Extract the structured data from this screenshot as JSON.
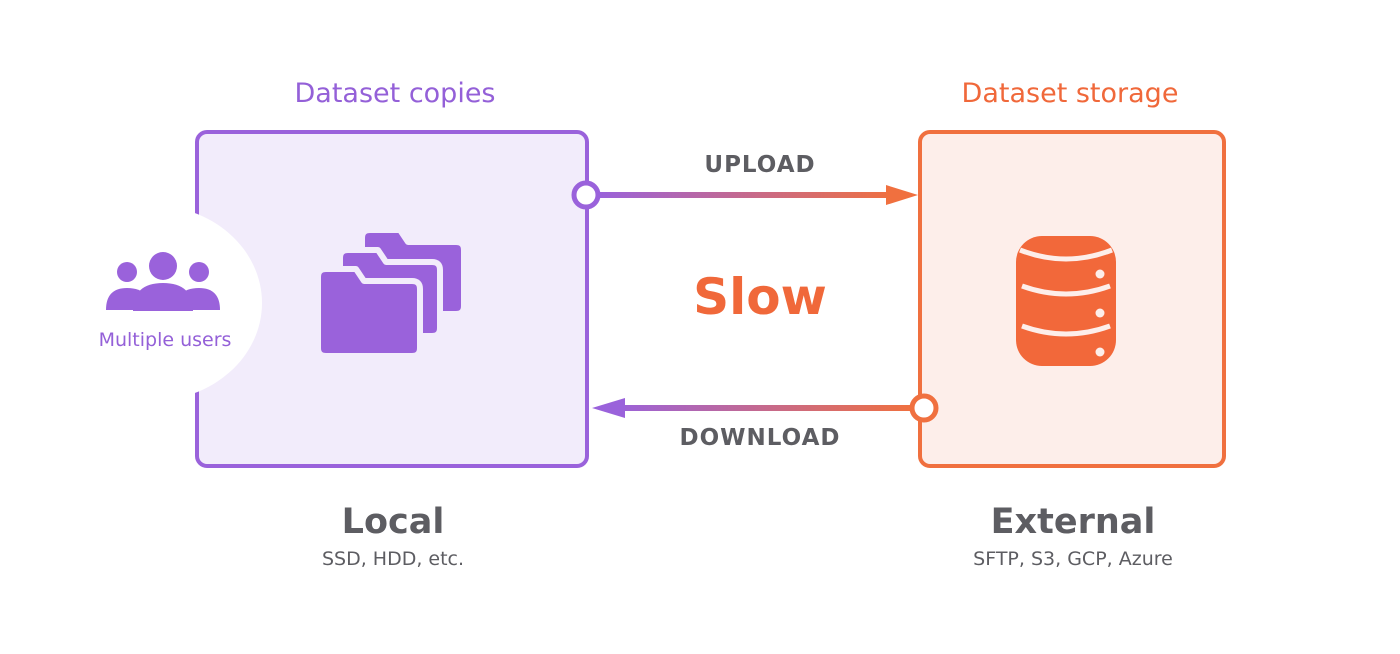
{
  "local": {
    "heading": "Dataset copies",
    "title": "Local",
    "subtitle": "SSD, HDD, etc.",
    "users_label": "Multiple users"
  },
  "external": {
    "heading": "Dataset storage",
    "title": "External",
    "subtitle": "SFTP, S3, GCP, Azure"
  },
  "transfer": {
    "upload_label": "UPLOAD",
    "download_label": "DOWNLOAD",
    "speed_label": "Slow"
  },
  "colors": {
    "purple": "#9a62db",
    "orange": "#f0703f",
    "purple_fill": "#f2ecfb",
    "orange_fill": "#fdeeea",
    "text_dark": "#5d5d62"
  },
  "icons": {
    "users": "users-group-icon",
    "folders": "stacked-folders-icon",
    "database": "database-icon"
  }
}
